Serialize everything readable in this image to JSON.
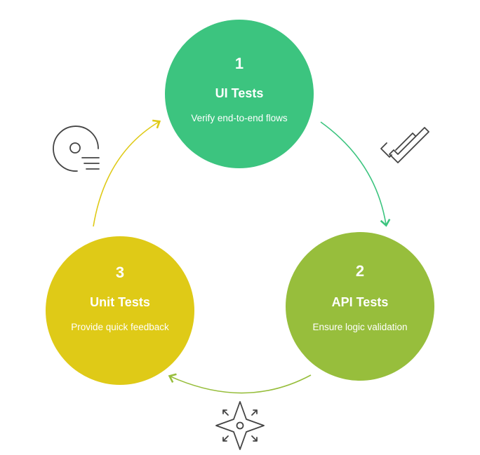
{
  "nodes": [
    {
      "number": "1",
      "title": "UI Tests",
      "description": "Verify end-to-end flows",
      "color": "#3cc47f"
    },
    {
      "number": "2",
      "title": "API Tests",
      "description": "Ensure logic validation",
      "color": "#97be3c"
    },
    {
      "number": "3",
      "title": "Unit Tests",
      "description": "Provide quick feedback",
      "color": "#dfca17"
    }
  ],
  "icons": [
    "disc-list-icon",
    "double-check-icon",
    "compass-star-icon"
  ]
}
